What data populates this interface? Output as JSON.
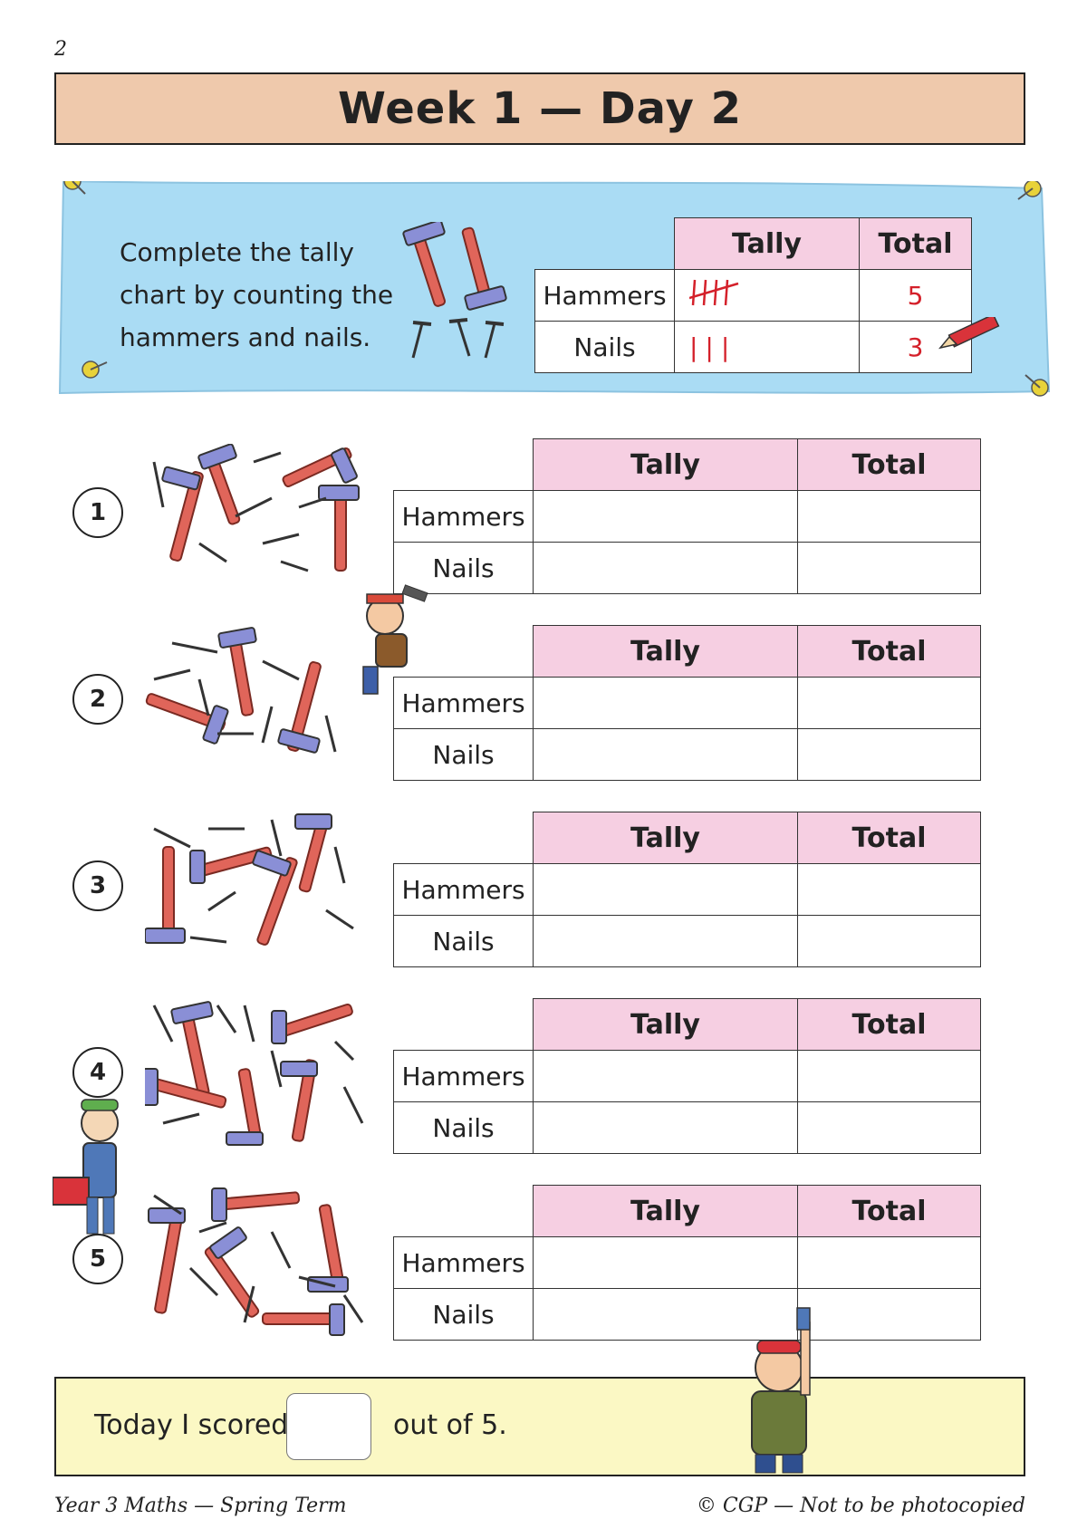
{
  "page_number": "2",
  "title": "Week 1 — Day 2",
  "example": {
    "instruction_lines": [
      "Complete the tally",
      "chart by counting the",
      "hammers and nails."
    ],
    "headers": {
      "tally": "Tally",
      "total": "Total"
    },
    "rows": [
      {
        "label": "Hammers",
        "tally": "𝍸",
        "total": "5"
      },
      {
        "label": "Nails",
        "tally": "|||",
        "total": "3"
      }
    ]
  },
  "questions": [
    {
      "number": "1",
      "headers": {
        "tally": "Tally",
        "total": "Total"
      },
      "rows": [
        {
          "label": "Hammers"
        },
        {
          "label": "Nails"
        }
      ]
    },
    {
      "number": "2",
      "headers": {
        "tally": "Tally",
        "total": "Total"
      },
      "rows": [
        {
          "label": "Hammers"
        },
        {
          "label": "Nails"
        }
      ]
    },
    {
      "number": "3",
      "headers": {
        "tally": "Tally",
        "total": "Total"
      },
      "rows": [
        {
          "label": "Hammers"
        },
        {
          "label": "Nails"
        }
      ]
    },
    {
      "number": "4",
      "headers": {
        "tally": "Tally",
        "total": "Total"
      },
      "rows": [
        {
          "label": "Hammers"
        },
        {
          "label": "Nails"
        }
      ]
    },
    {
      "number": "5",
      "headers": {
        "tally": "Tally",
        "total": "Total"
      },
      "rows": [
        {
          "label": "Hammers"
        },
        {
          "label": "Nails"
        }
      ]
    }
  ],
  "score": {
    "prefix": "Today I scored",
    "suffix": "out of 5."
  },
  "footer": {
    "left": "Year 3 Maths — Spring Term",
    "right": "© CGP — Not to be photocopied"
  },
  "colors": {
    "title_bg": "#efc9ac",
    "header_bg": "#f6cfe2",
    "example_bg": "#aadcf4",
    "score_bg": "#fbf8c4",
    "tally_red": "#d4202a"
  },
  "icons": [
    "hammer-icon",
    "nail-icon",
    "pencil-icon",
    "pin-icon",
    "worker-illustration"
  ]
}
